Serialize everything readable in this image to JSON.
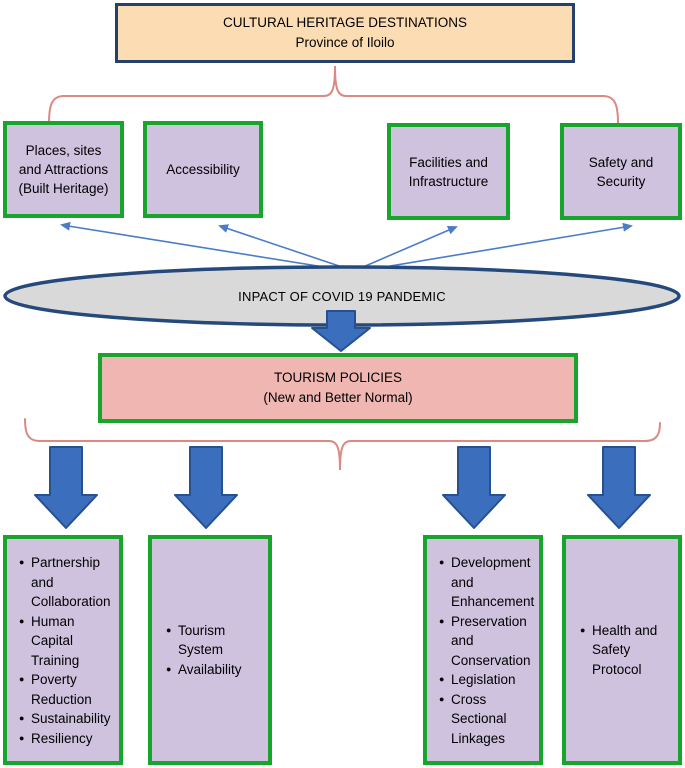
{
  "colors": {
    "heritage_fill": "#FCDCB2",
    "heritage_border": "#24416B",
    "dimension_fill": "#CEC2DF",
    "green_border": "#17A52C",
    "ellipse_fill": "#D9D9D9",
    "ellipse_border": "#25497A",
    "policy_fill": "#F0B7B2",
    "brace": "#DC8984",
    "arrow_thin": "#4A7CC7",
    "arrow_block_fill": "#3B6FBE",
    "arrow_block_border": "#27508F"
  },
  "top_box": {
    "line1": "CULTURAL HERITAGE DESTINATIONS",
    "line2": "Province of Iloilo"
  },
  "dimension_boxes": [
    {
      "label": "Places, sites and Attractions (Built Heritage)"
    },
    {
      "label": "Accessibility"
    },
    {
      "label": "Facilities and Infrastructure"
    },
    {
      "label": "Safety and Security"
    }
  ],
  "ellipse": {
    "label": "INPACT OF COVID 19 PANDEMIC"
  },
  "policy_box": {
    "line1": "TOURISM POLICIES",
    "line2": "(New and Better Normal)"
  },
  "outcome_boxes": [
    {
      "items": [
        "Partnership and Collaboration",
        "Human Capital Training",
        "Poverty Reduction",
        "Sustainability",
        "Resiliency"
      ]
    },
    {
      "items": [
        "Tourism System",
        "Availability"
      ]
    },
    {
      "items": [
        "Development and Enhancement",
        "Preservation and Conservation",
        "Legislation",
        "Cross Sectional Linkages"
      ]
    },
    {
      "items": [
        "Health and Safety Protocol"
      ]
    }
  ]
}
